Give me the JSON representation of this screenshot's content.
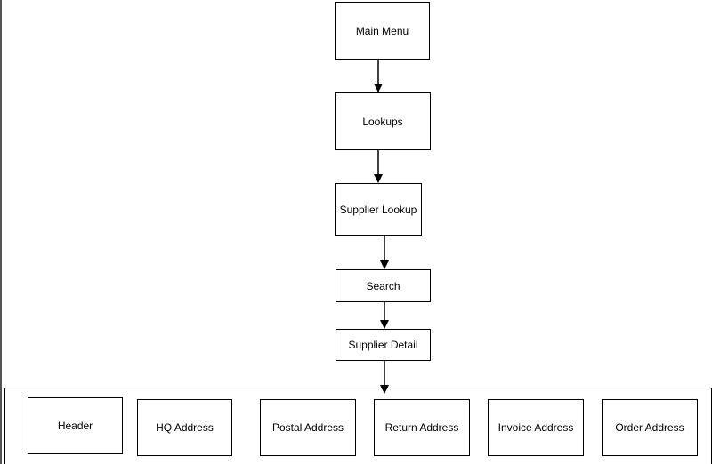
{
  "diagram": {
    "nodes": {
      "main_menu": "Main Menu",
      "lookups": "Lookups",
      "supplier_lookup": "Supplier Lookup",
      "search": "Search",
      "supplier_detail": "Supplier Detail"
    },
    "sections": {
      "header": "Header",
      "hq_address": "HQ Address",
      "postal_address": "Postal Address",
      "return_address": "Return Address",
      "invoice_address": "Invoice Address",
      "order_address": "Order Address"
    },
    "colors": {
      "line": "#000000",
      "background": "#ffffff"
    }
  }
}
